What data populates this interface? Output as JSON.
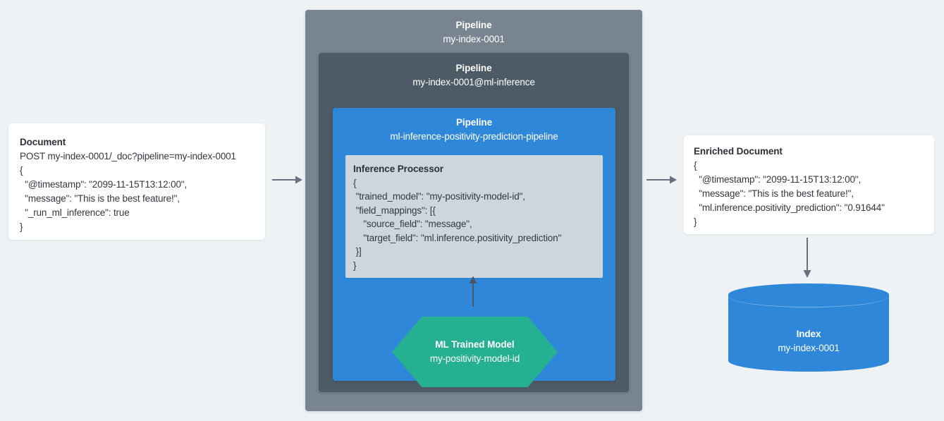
{
  "colors": {
    "page_background": "#eef2f5",
    "pipeline_outer": "#78848f",
    "pipeline_middle": "#4d5b66",
    "pipeline_inner": "#2f87da",
    "processor_fill": "#cdd6dd",
    "processor_border": "#2f87da",
    "ml_model_green": "#25b191",
    "index_blue": "#2f87da",
    "arrow": "#69707d",
    "text": "#343741",
    "card_white": "#ffffff"
  },
  "document": {
    "title": "Document",
    "lines": [
      "POST my-index-0001/_doc?pipeline=my-index-0001",
      "{",
      "  \"@timestamp\": \"2099-11-15T13:12:00\",",
      "  \"message\": \"This is the best feature!\",",
      "  \"_run_ml_inference\": true",
      "}"
    ]
  },
  "pipeline_outer": {
    "title": "Pipeline",
    "subtitle": "my-index-0001"
  },
  "pipeline_middle": {
    "title": "Pipeline",
    "subtitle": "my-index-0001@ml-inference"
  },
  "pipeline_inner": {
    "title": "Pipeline",
    "subtitle": "ml-inference-positivity-prediction-pipeline"
  },
  "inference_processor": {
    "title": "Inference Processor",
    "lines": [
      "{",
      " \"trained_model\": \"my-positivity-model-id\",",
      " \"field_mappings\": [{",
      "    \"source_field\": \"message\",",
      "    \"target_field\": \"ml.inference.positivity_prediction\"",
      " }]",
      "}"
    ]
  },
  "ml_model": {
    "title": "ML Trained Model",
    "subtitle": "my-positivity-model-id"
  },
  "enriched_document": {
    "title": "Enriched Document",
    "lines": [
      "{",
      "  \"@timestamp\": \"2099-11-15T13:12:00\",",
      "  \"message\": \"This is the best feature!\",",
      "  \"ml.inference.positivity_prediction\": \"0.91644\"",
      "}"
    ]
  },
  "index": {
    "title": "Index",
    "subtitle": "my-index-0001"
  },
  "arrows": [
    {
      "name": "document-to-pipeline",
      "direction": "right"
    },
    {
      "name": "pipeline-to-enriched-document",
      "direction": "right"
    },
    {
      "name": "enriched-document-to-index",
      "direction": "down"
    },
    {
      "name": "ml-model-to-inference-processor",
      "direction": "up"
    }
  ]
}
